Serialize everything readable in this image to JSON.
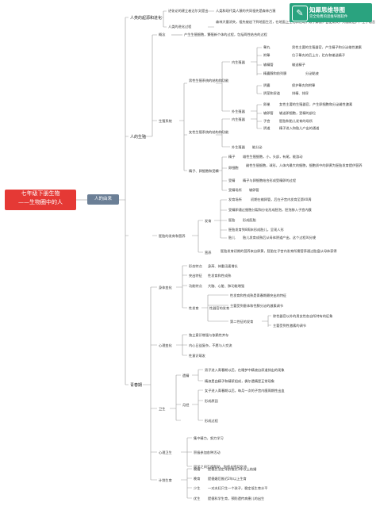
{
  "brand": {
    "name": "知犀思维导图",
    "tagline": "完全免费的思维导图软件"
  },
  "root": {
    "line1": "七年级下册生物",
    "line2": "——生物圈中的人"
  },
  "main": {
    "label": "人的由来"
  },
  "branches": {
    "origin": {
      "label": "人类的起源和进化",
      "items": [
        "进化论的建立者达尔文提出",
        "人类的进化过程"
      ],
      "details": [
        "人类和现代类人猿的共同祖先是森林古猿",
        "森林大量消失，祖先被迫下到地面生活，在地面上生活和活动，双手解放，会使用火，大脑发达，产生了语言"
      ]
    },
    "reproduction": {
      "label": "人的生殖",
      "concept": {
        "label": "概念",
        "text": "产生生殖细胞，繁殖新个体的过程，包括两性结合的过程"
      },
      "system": {
        "label": "生殖系统",
        "male": {
          "label": "男性生殖系统的结构和功能",
          "internal": "内生殖器",
          "external": "外生殖器",
          "organs": [
            "睾丸",
            "附睾",
            "输精管",
            "精囊腺和前列腺",
            "阴囊",
            "阴茎和尿道"
          ],
          "functions": [
            "男性主要的生殖器官，产生精子和分泌雄性激素",
            "位于睾丸的后上方，贮存和输送精子",
            "输送精子",
            "分泌黏液",
            "保护睾丸和附睾",
            "排精、排尿"
          ]
        },
        "female": {
          "label": "女性生殖系统的结构和功能",
          "internal": "内生殖器",
          "external": "外生殖器",
          "organs": [
            "卵巢",
            "输卵管",
            "子宫",
            "阴道"
          ],
          "functions": [
            "女性主要的生殖器官，产生卵细胞和分泌雌性激素",
            "输送卵细胞，受精的部位",
            "胚胎和胎儿发育的场所",
            "精子进入和胎儿产出的通道",
            "能分泌"
          ]
        },
        "fertilization": {
          "label": "精子、卵细胞和受精",
          "items": [
            "精子",
            "卵细胞",
            "受精",
            "受精场所"
          ],
          "details": [
            "雄性生殖细胞，小，头部，有尾，能游动",
            "雌性生殖细胞，球形，人体内最大的细胞，细胞质中的卵黄为胚胎发育提供营养",
            "精子与卵细胞结合形成受精卵的过程",
            "输卵管"
          ]
        }
      },
      "development": {
        "label": "胚胎的发育和营养",
        "growth": {
          "label": "发育",
          "items": [
            "发育场所",
            "胚泡",
            "胚胎",
            "胎儿"
          ],
          "details": [
            "初期在输卵管，后在子宫内发育至第40周",
            "受精卵通过细胞分裂和分化形成胚泡，胚泡移入子宫内膜",
            "形成胚胎",
            "胚胎发育到8周末形成胎儿，呈现人形",
            "胎儿发育成熟后从母体阴道产出，这个过程叫分娩"
          ]
        },
        "nutrition": {
          "label": "营养",
          "text": "胚胎发育初期的营养来自卵黄，胚胎在子宫内发育所需营养通过胎盘从母体获得"
        }
      }
    },
    "puberty": {
      "label": "青春期",
      "body": {
        "label": "身体变化",
        "items": [
          "形态特点",
          "突出特征",
          "功能特点",
          "性发育"
        ],
        "details": [
          "身高、体重迅速增长",
          "性发育和性成熟",
          "大脑、心脏、肺功能增强",
          "性器官迅速发育"
        ],
        "sex": {
          "label": "性器官的发育",
          "items": [
            "性发育和性成熟是青春期最突出的特征",
            "主要受到垂体和性腺分泌的激素调节",
            "第二性征的发育"
          ],
          "second": [
            "除性器官以外的男女性各自所特有的征象",
            "主要受到性激素的调节"
          ]
        }
      },
      "mind": {
        "label": "心理变化",
        "items": [
          "独立意识增强与依赖性并存",
          "内心日益复杂，不愿与人交流",
          "性意识萌发"
        ]
      },
      "hygiene": {
        "label": "卫生",
        "groups": [
          {
            "label": "遗精",
            "items": [
              "男子进入青春期以后，在睡梦中精液自尿道排出的现象",
              "精液是由精子和精浆组成，偶尔遗精是正常现象"
            ]
          },
          {
            "label": "月经",
            "items": [
              "女子进入青春期以后，每月一次的子宫内膜周期性出血",
              "形成原因",
              "形成过程"
            ]
          }
        ]
      },
      "psych": {
        "label": "心理卫生",
        "items": [
          "集中精力，努力学习",
          "积极参加各种活动",
          "同学之间互相帮助，和师长密切交流"
        ]
      },
      "plan": {
        "label": "计划生育",
        "items": [
          "晚婚",
          "晚育",
          "少生",
          "优生"
        ],
        "details": [
          "提倡比法定年龄推迟3年以上结婚",
          "提倡婚后推迟2年以上生育",
          "一对夫妇只生一个孩子，稳定低生育水平",
          "提倡科学生育，预防遗传病患儿的出生"
        ]
      }
    }
  }
}
